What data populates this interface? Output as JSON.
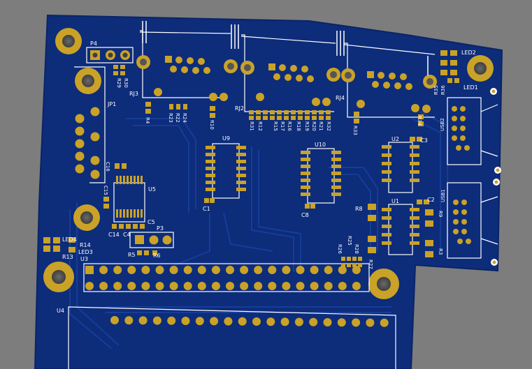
{
  "board": {
    "colors": {
      "background": "#7d7d7d",
      "substrate": "#0d2c7a",
      "substrate_edge": "#0a2466",
      "trace": "#143a96",
      "pad": "#c9a227",
      "pad_dark": "#8f6f12",
      "silkscreen": "#ffffff",
      "hole": "#5a5a5a"
    },
    "labels": {
      "p4": "P4",
      "jp1": "JP1",
      "rj3": "RJ3",
      "rj2": "RJ2",
      "rj4": "RJ4",
      "u9": "U9",
      "u10": "U10",
      "u2": "U2",
      "u1": "U1",
      "u5": "U5",
      "u3": "U3",
      "u4": "U4",
      "usb1": "USB1",
      "usb2": "USB2",
      "led1": "LED1",
      "led2": "LED2",
      "led3": "LED3",
      "led4": "LED4",
      "p3": "P3",
      "c1": "C1",
      "c2": "C2",
      "c3": "C3",
      "c4": "C4",
      "c5": "C5",
      "c8": "C8",
      "c14": "C14",
      "c15": "C15",
      "c16": "C16",
      "r3": "R3",
      "r4": "R4",
      "r5": "R5",
      "r6": "R6",
      "r8": "R8",
      "r9": "R9",
      "r10": "R10",
      "r12": "R12",
      "r13": "R13",
      "r14": "R14",
      "r15": "R15",
      "r16": "R16",
      "r17": "R17",
      "r18": "R18",
      "r19": "R19",
      "r20": "R20",
      "r21": "R21",
      "r22": "R22",
      "r23": "R23",
      "r24": "R24",
      "r25": "R25",
      "r26": "R26",
      "r27": "R27",
      "r28": "R28",
      "r29": "R29",
      "r30": "R30",
      "r31": "R31",
      "r32": "R32",
      "r33": "R33",
      "r34": "R34",
      "r35": "R35",
      "r36": "R36"
    }
  }
}
